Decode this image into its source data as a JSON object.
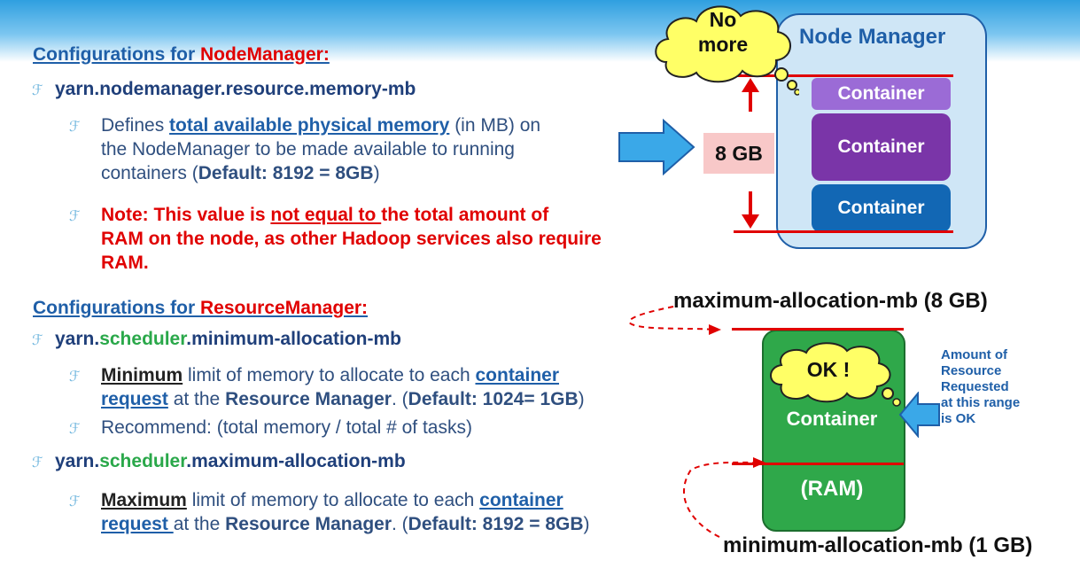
{
  "nm_section": {
    "heading_prefix": "Configurations for ",
    "heading_name": "NodeManager:",
    "param_prefix": "yarn.",
    "param_rest": "nodemanager.resource.memory-mb",
    "desc_1": "Defines ",
    "desc_em": "total available physical memory",
    "desc_2": " (in MB) on",
    "desc_line2": "the NodeManager to be made available to running",
    "desc_line3_a": "containers (",
    "desc_default": "Default: 8192 = 8GB",
    "desc_line3_b": ")",
    "note_1a": "Note:  This value is ",
    "note_u": "not equal to ",
    "note_1b": "the total amount of",
    "note_2": "RAM on the node, as other Hadoop services also require",
    "note_3": "RAM."
  },
  "rm_section": {
    "heading_prefix": "Configurations for ",
    "heading_name": "ResourceManager:",
    "min_param_a": "yarn.",
    "min_param_b": "scheduler",
    "min_param_c": ".minimum-allocation-mb",
    "min_desc_em": "Minimum",
    "min_desc_1": " limit of memory to allocate to each ",
    "min_desc_link1": "container",
    "min_desc_link2": "request",
    "min_desc_2": " at the ",
    "min_desc_rm": "Resource Manager",
    "min_desc_3": ". (",
    "min_default": "Default: 1024= 1GB",
    "min_desc_4": ")",
    "recommend": "Recommend: (total memory / total # of tasks)",
    "max_param_a": "yarn.",
    "max_param_b": "scheduler",
    "max_param_c": ".maximum-allocation-mb",
    "max_desc_em": "Maximum",
    "max_desc_1": " limit of memory to allocate to each ",
    "max_desc_link1": "container",
    "max_desc_link2": "request ",
    "max_desc_2": "at the ",
    "max_desc_rm": "Resource Manager",
    "max_desc_3": ". (",
    "max_default": "Default: 8192 = 8GB",
    "max_desc_4": ")"
  },
  "nm_diagram": {
    "cloud_line1": "No",
    "cloud_line2": "more",
    "title": "Node Manager",
    "container1": "Container",
    "container2": "Container",
    "container3": "Container",
    "size_label": "8 GB"
  },
  "rm_diagram": {
    "max_label": "maximum-allocation-mb (8 GB)",
    "min_label": "minimum-allocation-mb (1 GB)",
    "cloud_text": "OK !",
    "container_label": "Container",
    "ram_label": "(RAM)",
    "note_1": "Amount of",
    "note_2": "Resource",
    "note_3": "Requested",
    "note_4": "at this range",
    "note_5": "is OK"
  },
  "colors": {
    "accent_blue": "#1f5fa8",
    "red": "#e00000",
    "container_light": "#9b6bd6",
    "container_purple": "#7a35a8",
    "container_blue": "#1267b4",
    "green_box": "#2fa84a",
    "cloud_yellow": "#ffff66"
  }
}
